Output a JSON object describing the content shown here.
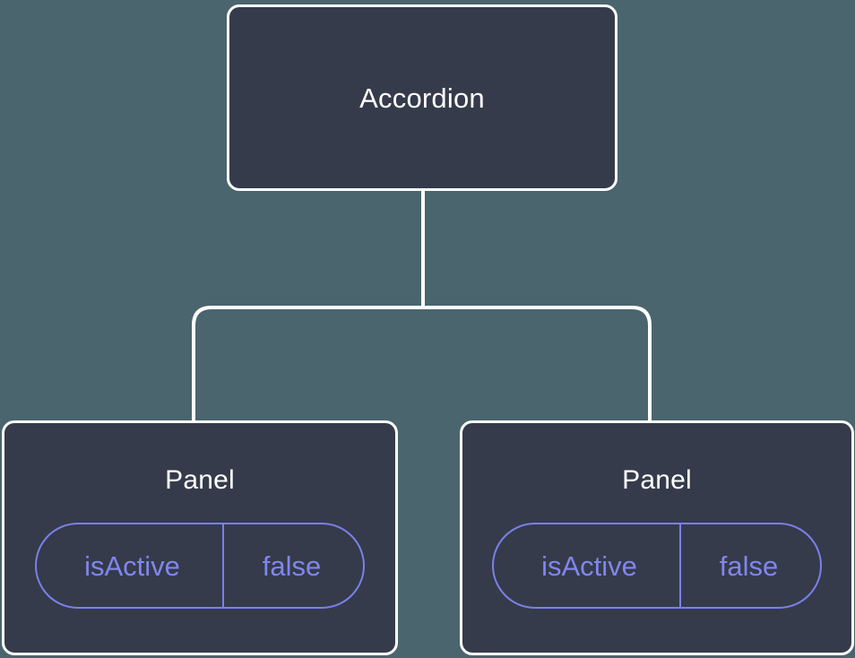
{
  "diagram": {
    "type": "component-tree",
    "background_color": "#4a656e",
    "node_fill_color": "#353b4a",
    "node_border_color": "#ffffff",
    "edge_color": "#ffffff",
    "pill_color": "#7b80ea",
    "title_color": "#ffffff",
    "root": {
      "label": "Accordion"
    },
    "children": [
      {
        "label": "Panel",
        "state": {
          "key": "isActive",
          "value": "false"
        }
      },
      {
        "label": "Panel",
        "state": {
          "key": "isActive",
          "value": "false"
        }
      }
    ],
    "edges": [
      {
        "from": "Accordion",
        "to": "Panel"
      },
      {
        "from": "Accordion",
        "to": "Panel"
      }
    ]
  }
}
